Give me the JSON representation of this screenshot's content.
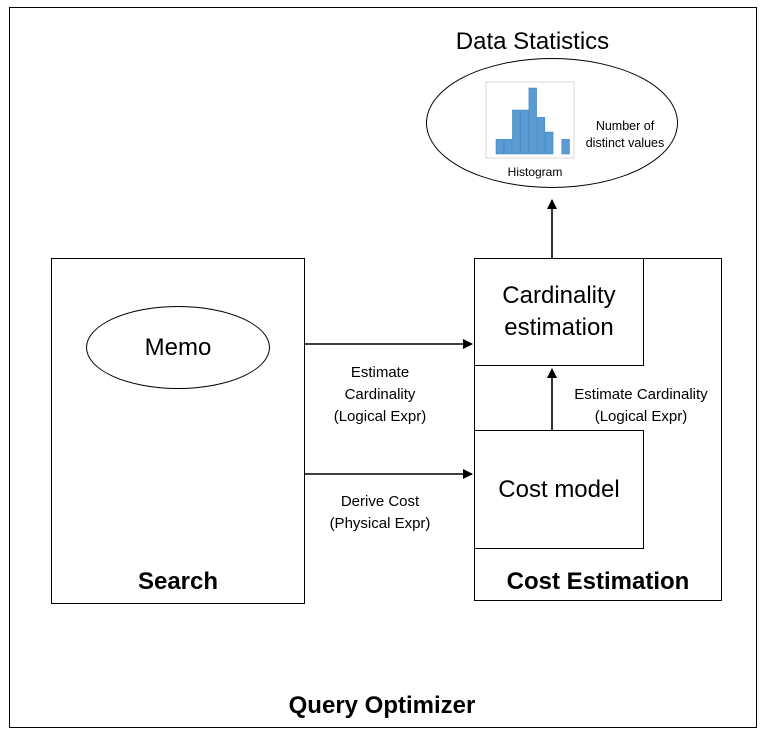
{
  "outer": {
    "label": "Query Optimizer"
  },
  "data_statistics": {
    "title": "Data Statistics",
    "histogram_label": "Histogram",
    "ndv_label_line1": "Number of",
    "ndv_label_line2": "distinct values",
    "histogram_bars": [
      2,
      2,
      6,
      6,
      9,
      5,
      3,
      0,
      2
    ]
  },
  "search": {
    "label": "Search",
    "memo_label": "Memo"
  },
  "cost_estimation": {
    "label": "Cost Estimation",
    "cardinality_line1": "Cardinality",
    "cardinality_line2": "estimation",
    "cost_model_label": "Cost model"
  },
  "edges": {
    "estimate_card_line1": "Estimate",
    "estimate_card_line2": "Cardinality",
    "estimate_card_line3": "(Logical Expr)",
    "derive_cost_line1": "Derive Cost",
    "derive_cost_line2": "(Physical Expr)",
    "inner_estimate_line1": "Estimate Cardinality",
    "inner_estimate_line2": "(Logical Expr)"
  }
}
